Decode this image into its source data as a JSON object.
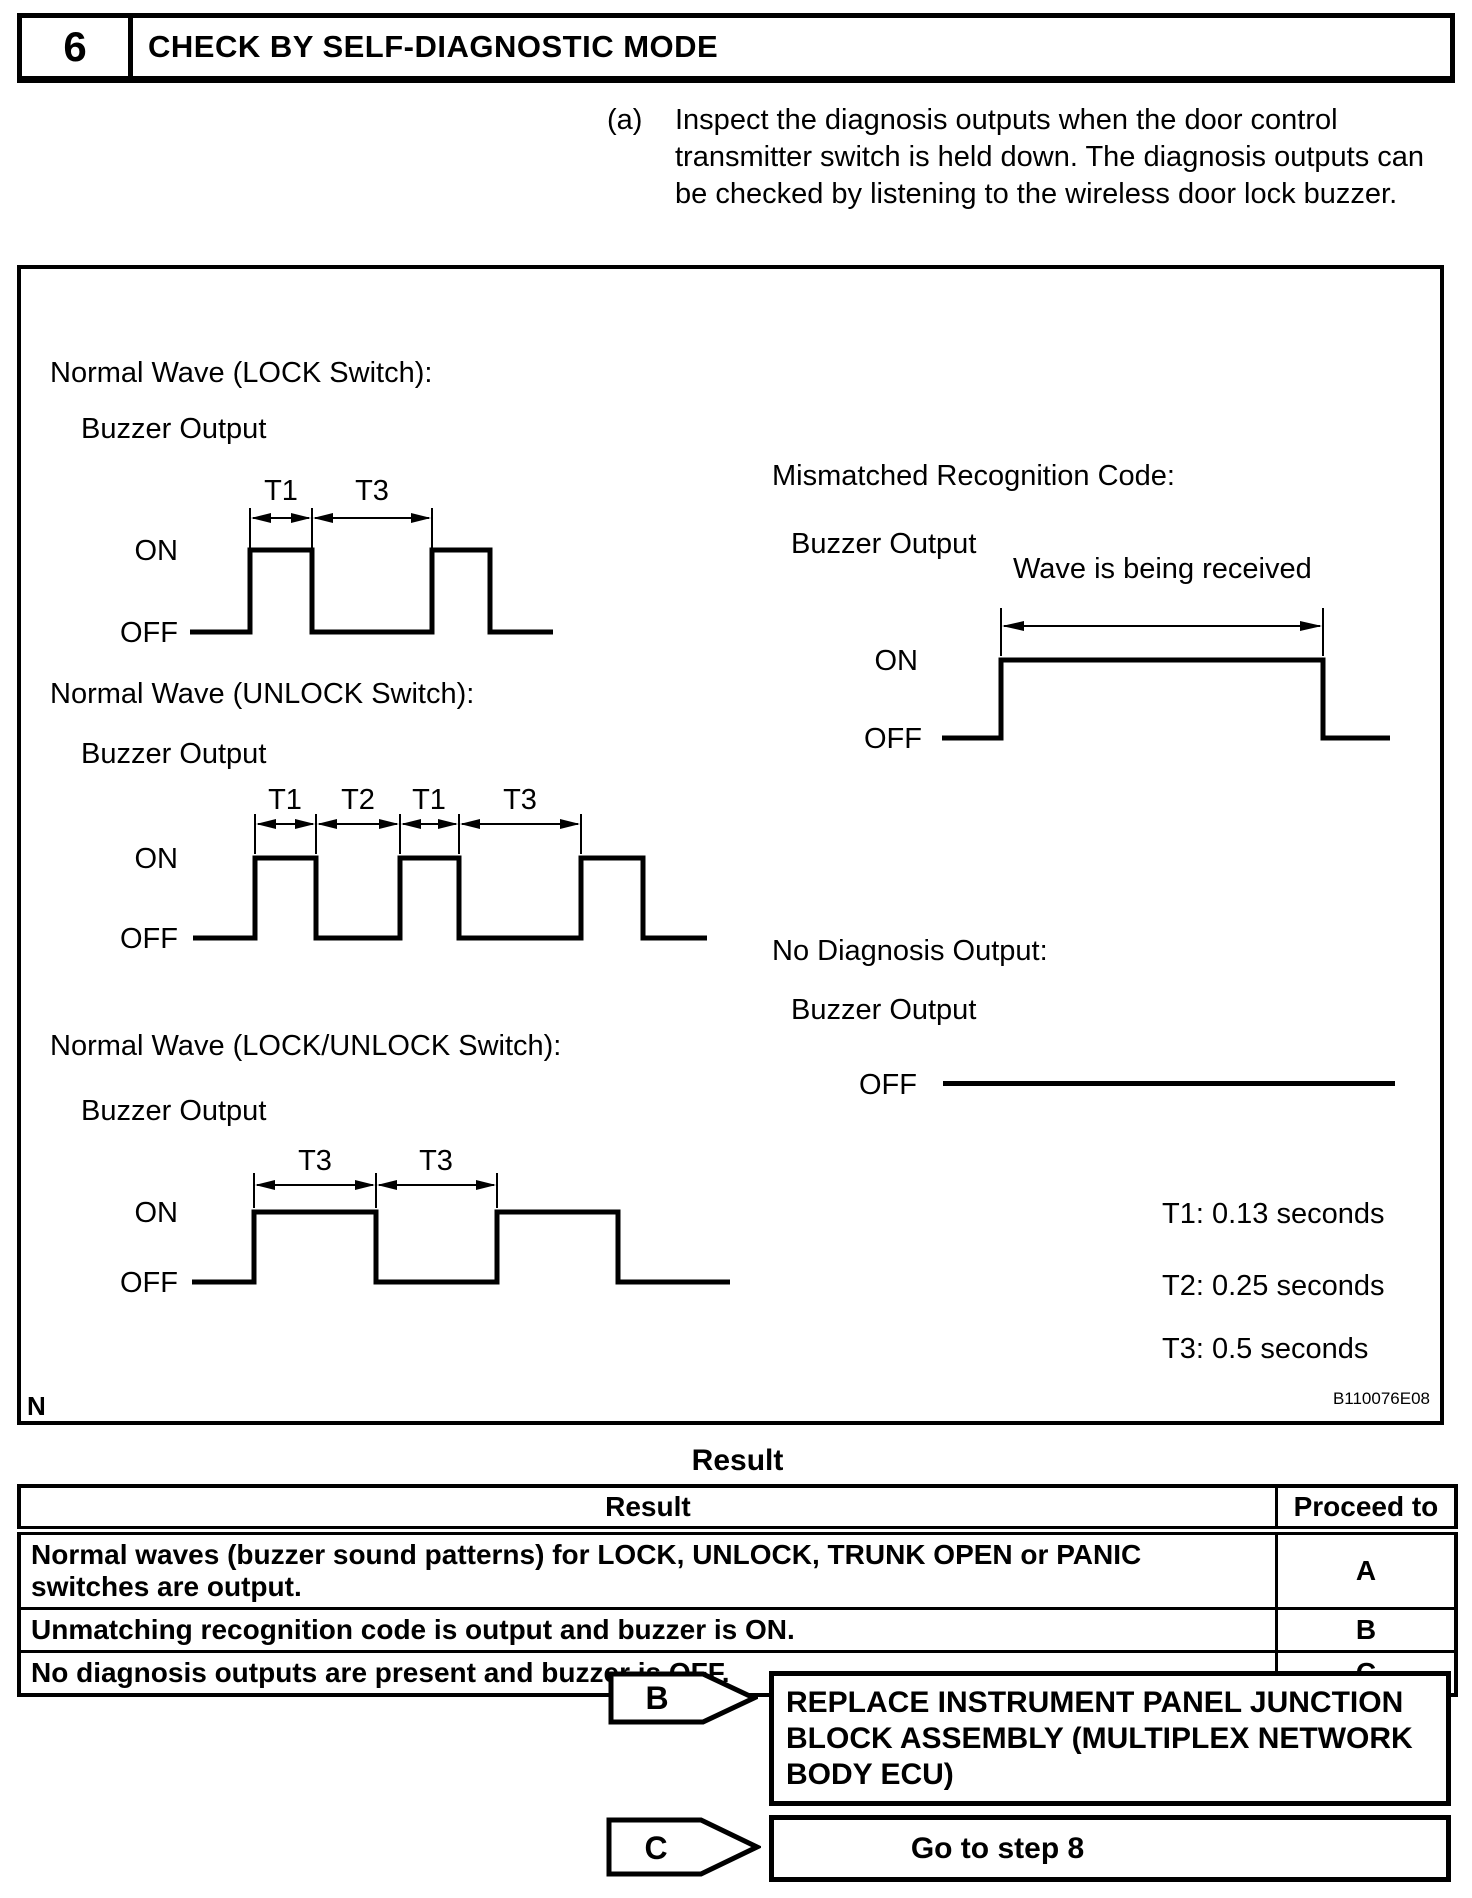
{
  "page": {
    "background": "#ffffff",
    "ink": "#000000"
  },
  "header": {
    "step_number": "6",
    "title": "CHECK BY SELF-DIAGNOSTIC MODE"
  },
  "instruction": {
    "marker": "(a)",
    "text": "Inspect the diagnosis outputs when the door control transmitter switch is held down. The diagnosis outputs can be checked by listening to the wireless door lock buzzer."
  },
  "figure": {
    "waveforms": {
      "lock": {
        "title": "Normal Wave (LOCK Switch):",
        "signal": "Buzzer Output",
        "on": "ON",
        "off": "OFF",
        "intervals": [
          "T1",
          "T3"
        ]
      },
      "unlock": {
        "title": "Normal Wave (UNLOCK Switch):",
        "signal": "Buzzer Output",
        "on": "ON",
        "off": "OFF",
        "intervals": [
          "T1",
          "T2",
          "T1",
          "T3"
        ]
      },
      "lock_unlock": {
        "title": "Normal Wave (LOCK/UNLOCK Switch):",
        "signal": "Buzzer Output",
        "on": "ON",
        "off": "OFF",
        "intervals": [
          "T3",
          "T3"
        ]
      },
      "mismatched": {
        "title": "Mismatched Recognition Code:",
        "signal": "Buzzer Output",
        "annotation": "Wave is being received",
        "on": "ON",
        "off": "OFF"
      },
      "no_diagnosis": {
        "title": "No Diagnosis Output:",
        "signal": "Buzzer Output",
        "off": "OFF"
      }
    },
    "timings": {
      "t1": "T1: 0.13 seconds",
      "t2": "T2: 0.25 seconds",
      "t3": "T3: 0.5 seconds"
    },
    "corner_mark": "N",
    "figure_code": "B110076E08"
  },
  "result": {
    "heading": "Result",
    "table": {
      "col_result": "Result",
      "col_proceed": "Proceed to",
      "rows": [
        {
          "result": "Normal waves (buzzer sound patterns) for LOCK, UNLOCK, TRUNK OPEN or PANIC switches are output.",
          "proceed": "A"
        },
        {
          "result": "Unmatching recognition code is output and buzzer is ON.",
          "proceed": "B"
        },
        {
          "result": "No diagnosis outputs are present and buzzer is OFF.",
          "proceed": "C"
        }
      ]
    }
  },
  "actions": [
    {
      "label": "B",
      "instruction": "REPLACE INSTRUMENT PANEL JUNCTION BLOCK ASSEMBLY (MULTIPLEX NETWORK BODY ECU)"
    },
    {
      "label": "C",
      "instruction": "Go to step 8"
    }
  ]
}
